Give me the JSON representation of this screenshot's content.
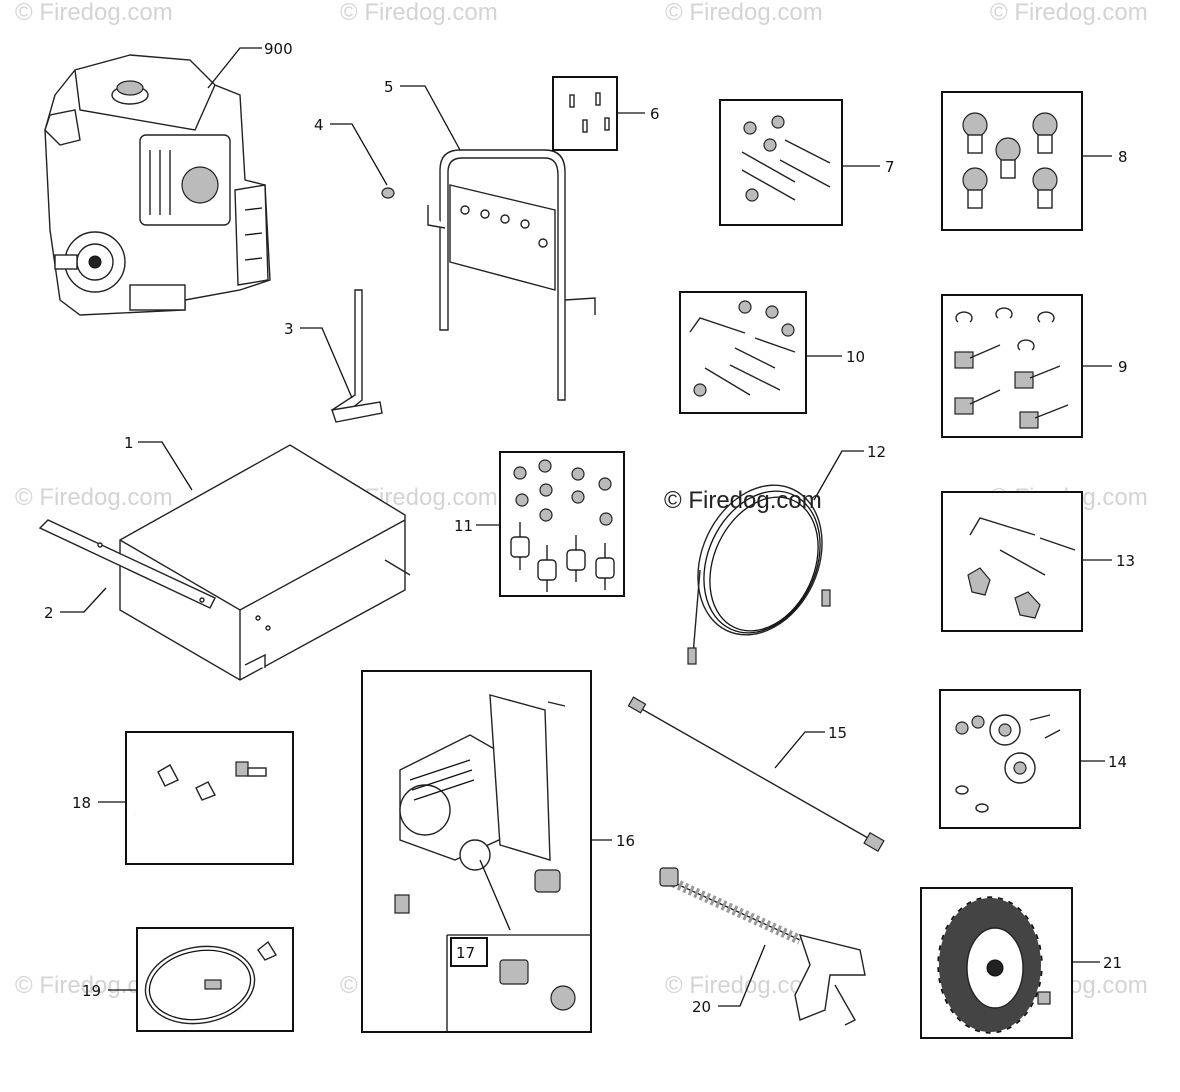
{
  "watermarks": {
    "main": "© Firedog.com",
    "faint": "© Firedog.com"
  },
  "callouts": {
    "p900": "900",
    "p1": "1",
    "p2": "2",
    "p3": "3",
    "p4": "4",
    "p5": "5",
    "p6": "6",
    "p7": "7",
    "p8": "8",
    "p9": "9",
    "p10": "10",
    "p11": "11",
    "p12": "12",
    "p13": "13",
    "p14": "14",
    "p15": "15",
    "p16": "16",
    "p17": "17",
    "p18": "18",
    "p19": "19",
    "p20": "20",
    "p21": "21"
  }
}
